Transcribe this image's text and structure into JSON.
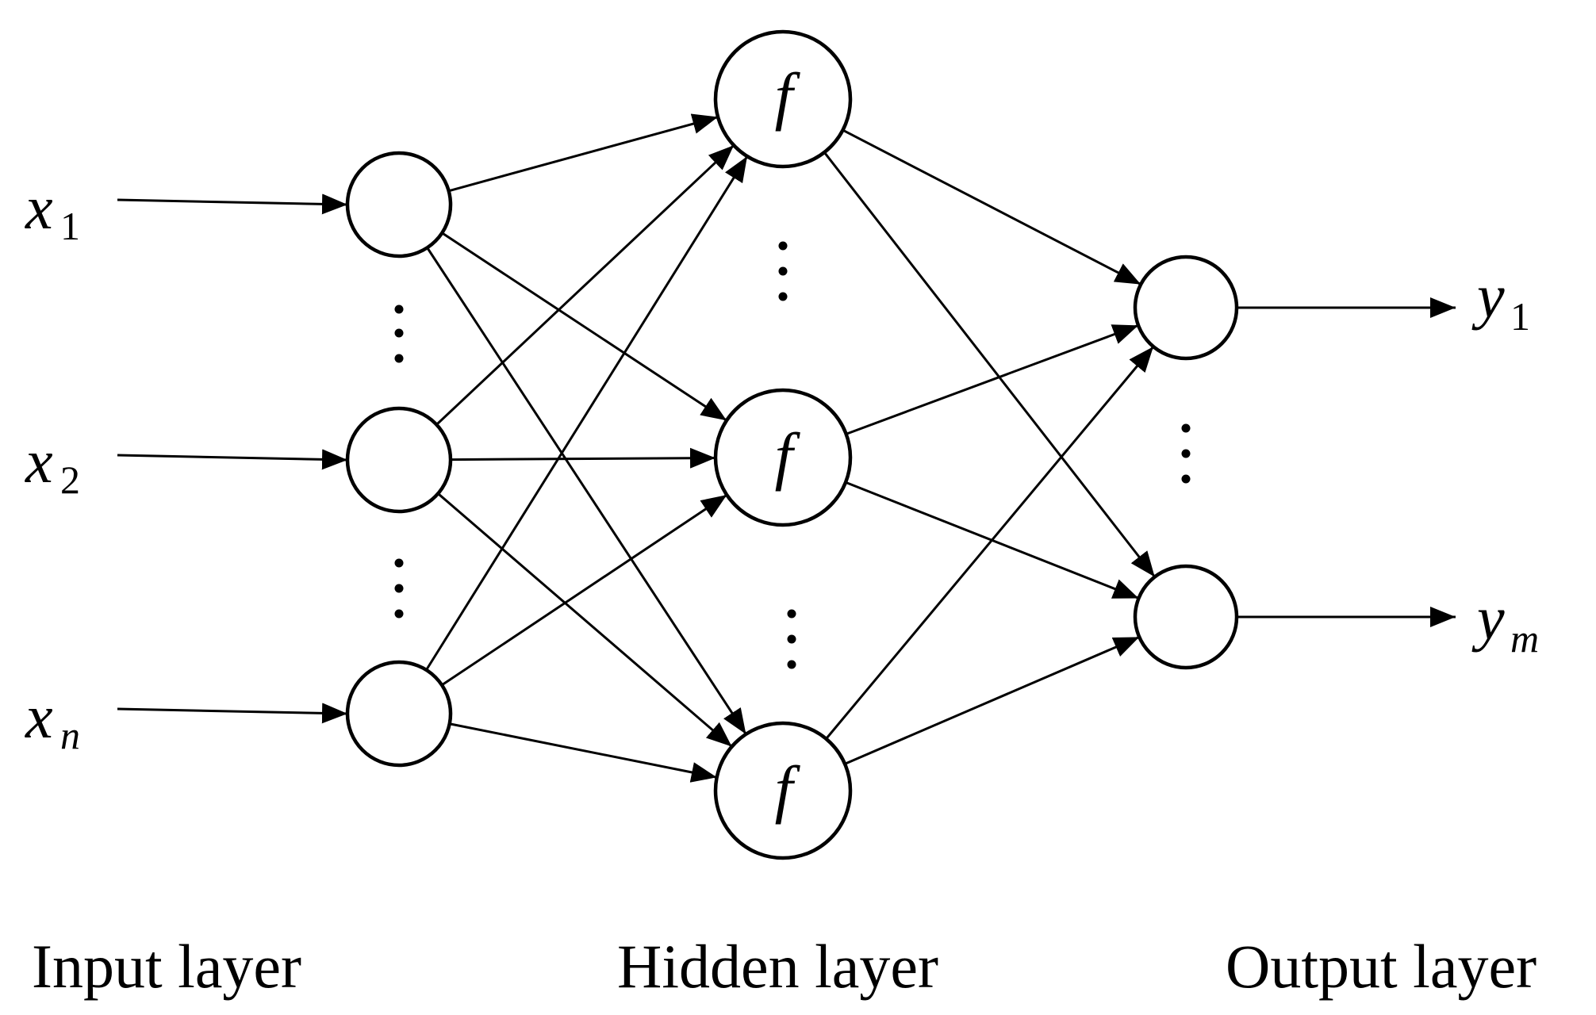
{
  "inputs": [
    {
      "symbol": "x",
      "subscript": "1",
      "subscript_italic": false
    },
    {
      "symbol": "x",
      "subscript": "2",
      "subscript_italic": false
    },
    {
      "symbol": "x",
      "subscript": "n",
      "subscript_italic": true
    }
  ],
  "outputs": [
    {
      "symbol": "y",
      "subscript": "1",
      "subscript_italic": false
    },
    {
      "symbol": "y",
      "subscript": "m",
      "subscript_italic": true
    }
  ],
  "hidden_nodes": [
    {
      "label": "f"
    },
    {
      "label": "f"
    },
    {
      "label": "f"
    }
  ],
  "layers": {
    "input": "Input layer",
    "hidden": "Hidden layer",
    "output": "Output layer"
  },
  "colors": {
    "stroke": "#000000",
    "background": "#ffffff"
  }
}
